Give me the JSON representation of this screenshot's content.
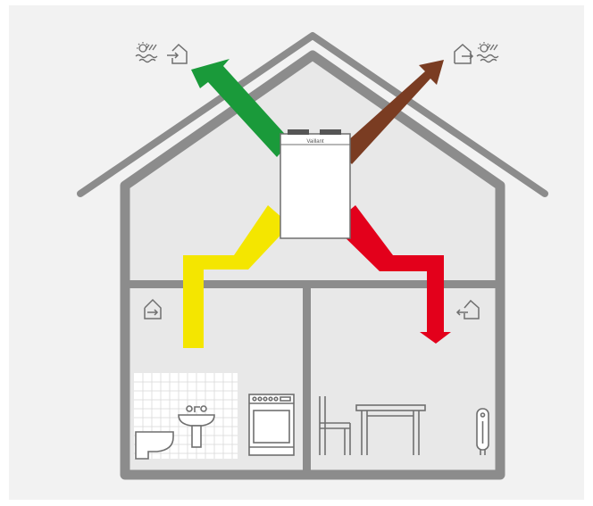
{
  "diagram": {
    "unit_brand": "Vaillant",
    "flows": [
      {
        "id": "outdoor-air-intake",
        "color": "#1a9a3a"
      },
      {
        "id": "exhaust-air-out",
        "color": "#7a3c22"
      },
      {
        "id": "supply-air",
        "color": "#f4e600"
      },
      {
        "id": "extract-air",
        "color": "#e3001b"
      }
    ],
    "icons": {
      "top_left": [
        "outdoor-weather-icon",
        "house-inflow-icon"
      ],
      "top_right": [
        "house-outflow-icon",
        "outdoor-weather-icon"
      ],
      "left_room": "house-inflow-icon",
      "right_room": "house-outflow-icon"
    },
    "left_room_items": [
      "wall-tiles",
      "toilet-icon",
      "washbasin-icon",
      "stove-icon"
    ],
    "right_room_items": [
      "chair-icon",
      "table-icon",
      "radiator-icon"
    ],
    "colors": {
      "background": "#f2f2f2",
      "house_outline": "#8c8c8c",
      "room_fill": "#e8e8e8",
      "icon_stroke": "#6f6f6f"
    }
  }
}
